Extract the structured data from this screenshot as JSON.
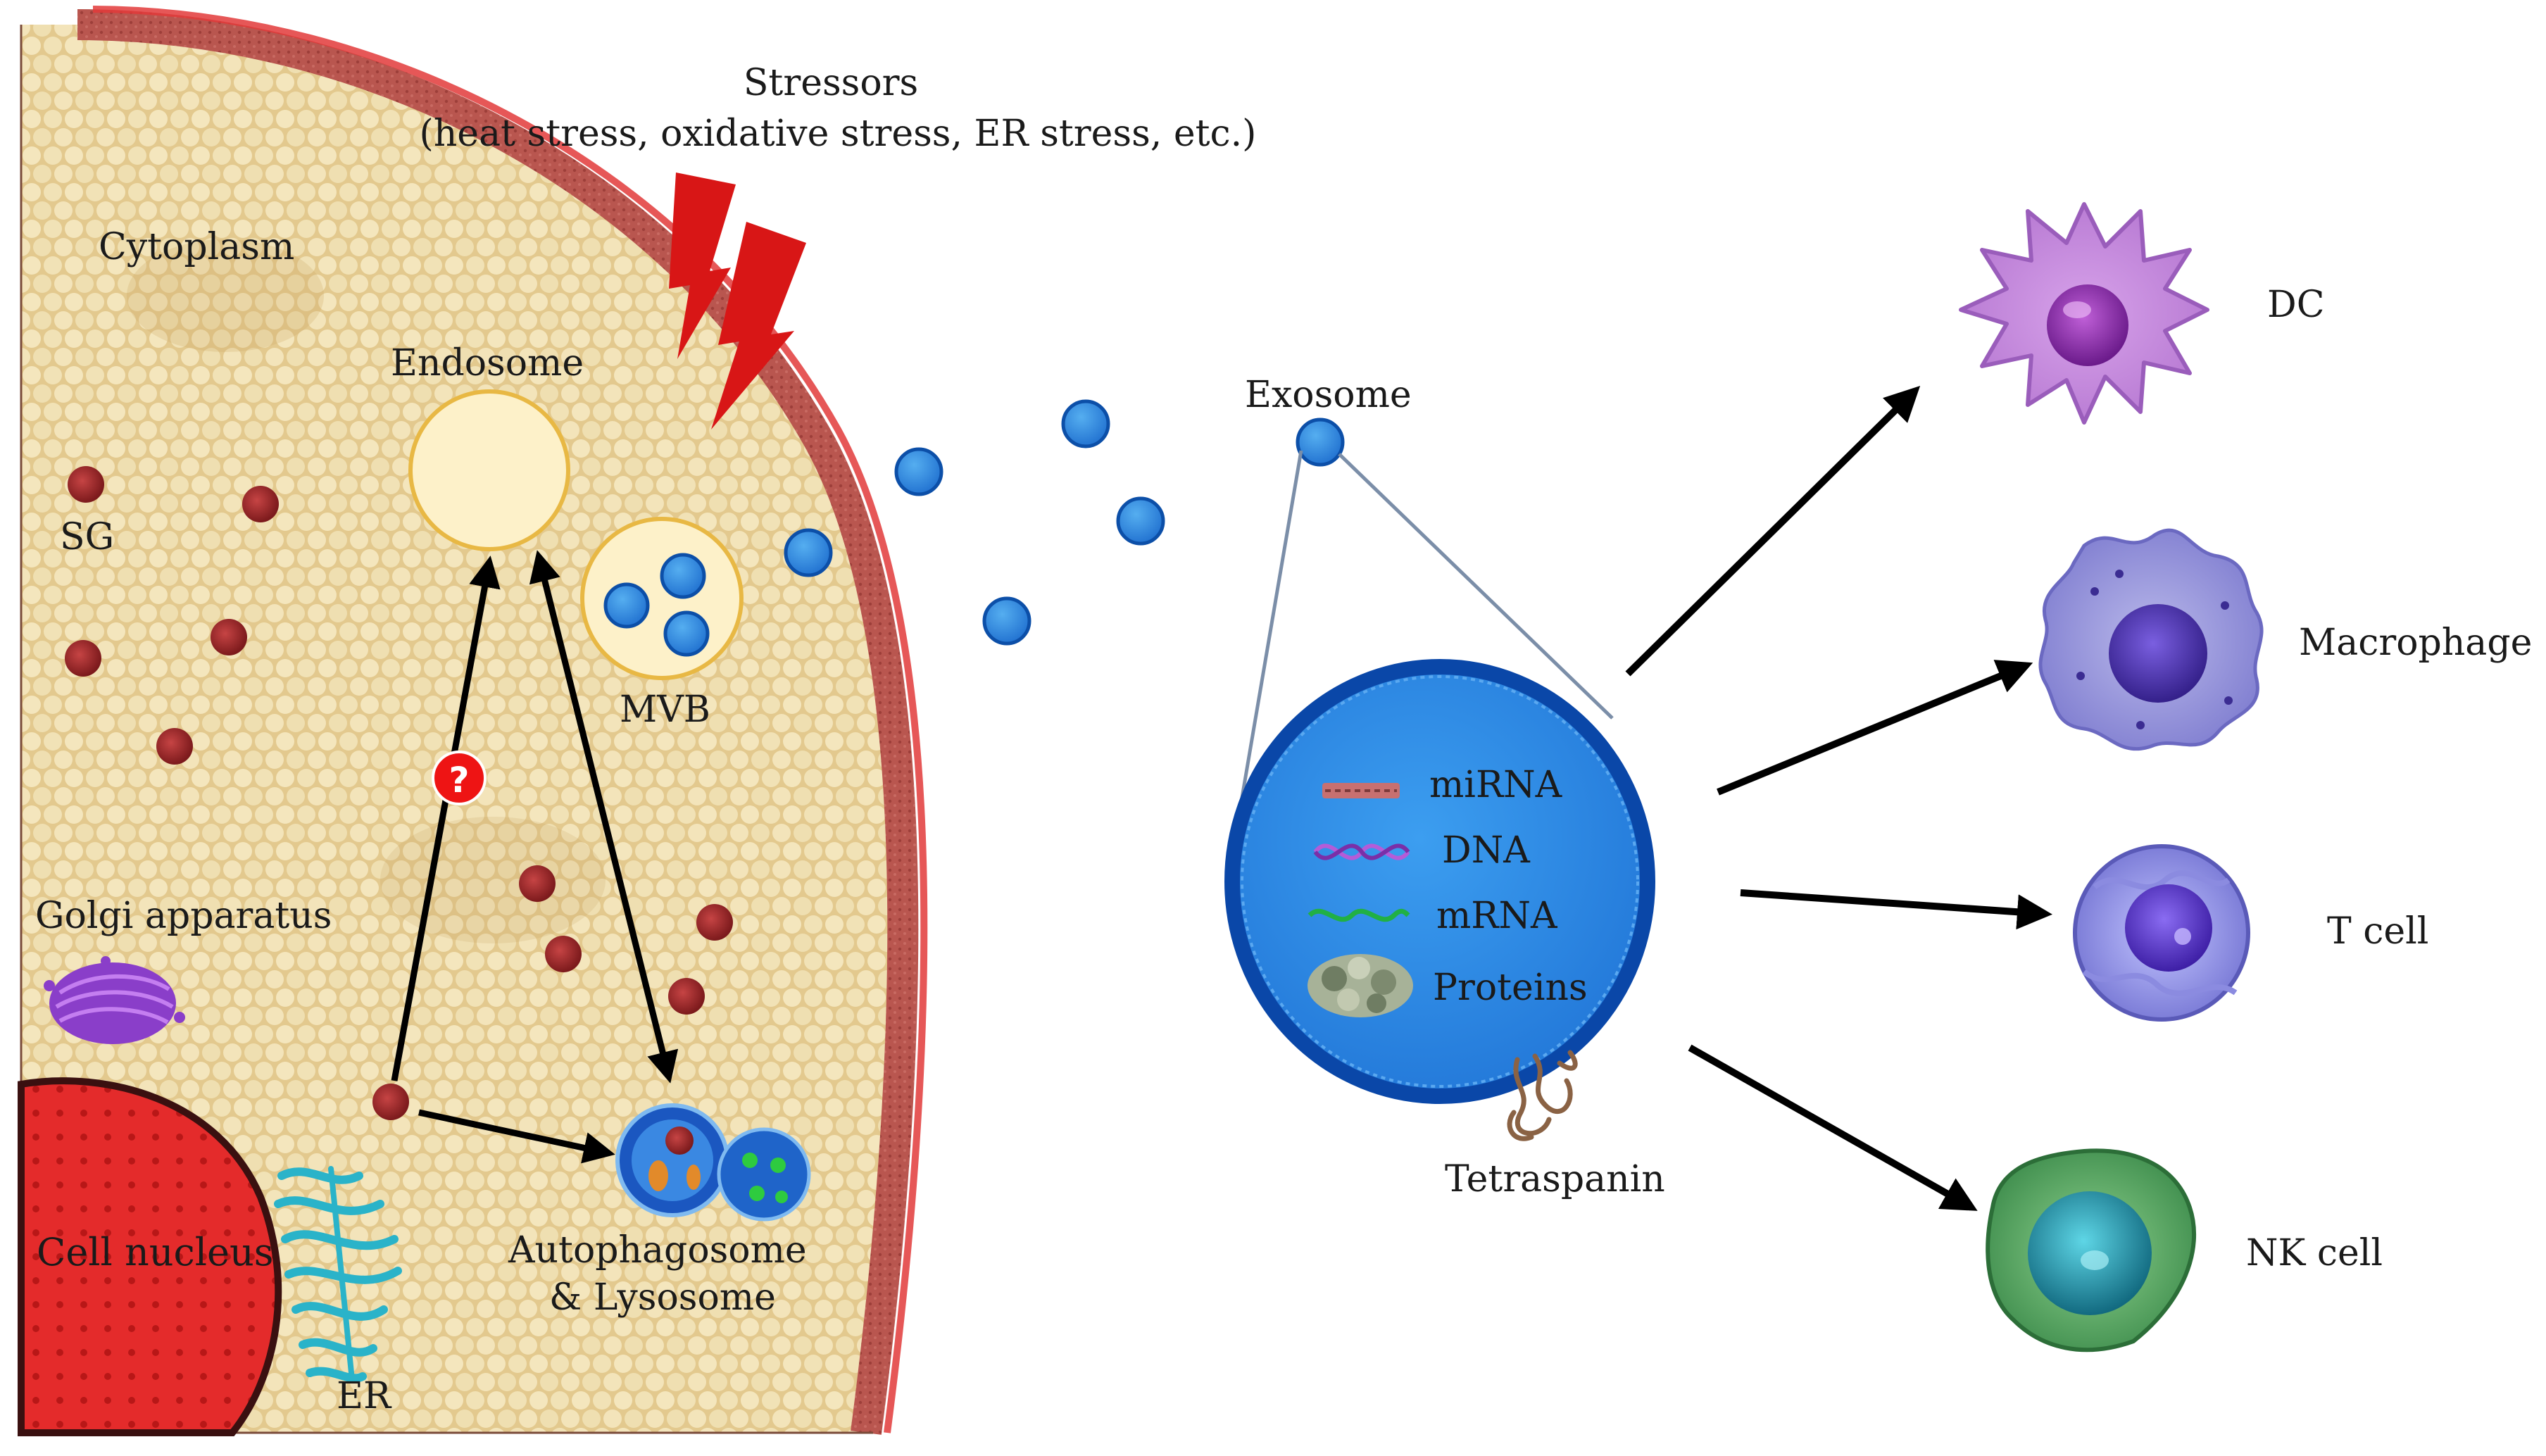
{
  "stressors": {
    "title": "Stressors",
    "subtitle": "(heat stress, oxidative stress, ER stress, etc.)"
  },
  "cell": {
    "cytoplasm": "Cytoplasm",
    "endosome": "Endosome",
    "sg": "SG",
    "mvb": "MVB",
    "golgi": "Golgi apparatus",
    "nucleus": "Cell nucleus",
    "er": "ER",
    "autophagosome_line1": "Autophagosome",
    "autophagosome_line2": "& Lysosome",
    "question_mark": "?"
  },
  "exosome": {
    "label": "Exosome",
    "cargo": [
      {
        "label": "miRNA",
        "icon": "mirna-icon"
      },
      {
        "label": "DNA",
        "icon": "dna-icon"
      },
      {
        "label": "mRNA",
        "icon": "mrna-icon"
      },
      {
        "label": "Proteins",
        "icon": "protein-icon"
      }
    ],
    "tetraspanin": "Tetraspanin"
  },
  "targets": [
    {
      "label": "DC",
      "icon": "dendritic-cell-icon"
    },
    {
      "label": "Macrophage",
      "icon": "macrophage-icon"
    },
    {
      "label": "T cell",
      "icon": "t-cell-icon"
    },
    {
      "label": "NK cell",
      "icon": "nk-cell-icon"
    }
  ],
  "colors": {
    "membrane": "#b3504b",
    "cytoplasm": "#e7cf95",
    "granule": "#a8282a",
    "exosome": "#2f8fe3",
    "nucleus": "#e02c2c",
    "lightning": "#d81616",
    "arrow": "#000000"
  }
}
